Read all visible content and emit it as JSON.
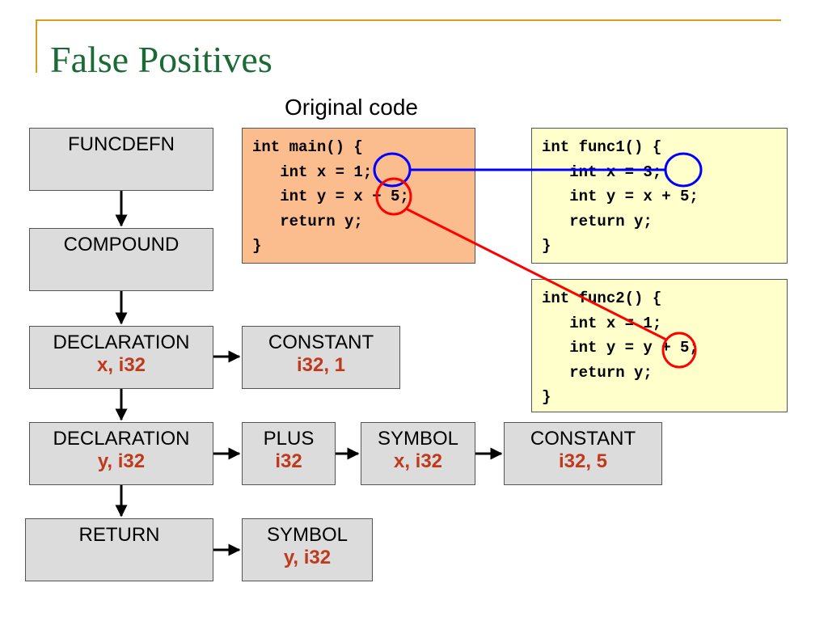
{
  "slide": {
    "title": "False Positives",
    "code_heading": "Original code"
  },
  "tree": {
    "funcdefn": "FUNCDEFN",
    "compound": "COMPOUND",
    "decl_x": {
      "label": "DECLARATION",
      "sub": "x, i32"
    },
    "const_1": {
      "label": "CONSTANT",
      "sub": "i32, 1"
    },
    "decl_y": {
      "label": "DECLARATION",
      "sub": "y, i32"
    },
    "plus": {
      "label": "PLUS",
      "sub": "i32"
    },
    "symbol_x": {
      "label": "SYMBOL",
      "sub": "x, i32"
    },
    "const_5": {
      "label": "CONSTANT",
      "sub": "i32, 5"
    },
    "return": {
      "label": "RETURN"
    },
    "symbol_y": {
      "label": "SYMBOL",
      "sub": "y, i32"
    }
  },
  "code": {
    "main": [
      "int main() {",
      "   int x = 1;",
      "   int y = x + 5;",
      "   return y;",
      "}"
    ],
    "func1": [
      "int func1() {",
      "   int x = 3;",
      "   int y = x + 5;",
      "   return y;",
      "}"
    ],
    "func2": [
      "int func2() {",
      "   int x = 1;",
      "   int y = y + 5;",
      "   return y;",
      "}"
    ]
  },
  "colors": {
    "title": "#1a6b33",
    "accent_rule": "#d4a017",
    "node_fill": "#dcdcdc",
    "node_sub_text": "#c0391b",
    "original_code_fill": "#fbbd8e",
    "variant_code_fill": "#ffffcc",
    "match_constant_marker": "#0000ff",
    "match_symbol_marker": "#ff0000"
  }
}
